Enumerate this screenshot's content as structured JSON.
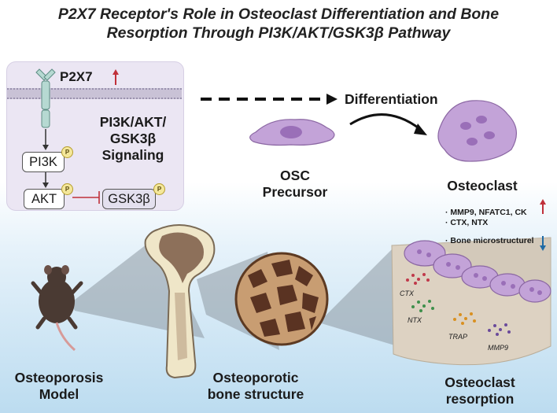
{
  "title": {
    "line1": "P2X7 Receptor's Role in Osteoclast Differentiation and Bone",
    "line2": "Resorption Through PI3K/AKT/GSK3β Pathway"
  },
  "signaling": {
    "receptor": "P2X7",
    "pi3k": "PI3K",
    "akt": "AKT",
    "gsk3b": "GSK3β",
    "phospho": "P",
    "pathway_line1": "PI3K/AKT/",
    "pathway_line2": "GSK3β",
    "pathway_line3": "Signaling"
  },
  "differentiation": "Differentiation",
  "precursor": {
    "line1": "OSC",
    "line2": "Precursor"
  },
  "osteoclast": {
    "label": "Osteoclast",
    "markers1": "· MMP9, NFATC1, CK",
    "markers2": "· CTX, NTX",
    "bone_micro": "· Bone  microstructurel"
  },
  "resorption_markers": {
    "ctx": "CTX",
    "ntx": "NTX",
    "trap": "TRAP",
    "mmp9": "MMP9"
  },
  "bottom": {
    "model_line1": "Osteoporosis",
    "model_line2": "Model",
    "structure_line1": "Osteoporotic",
    "structure_line2": "bone structure",
    "resorption_line1": "Osteoclast",
    "resorption_line2": "resorption"
  },
  "colors": {
    "up_arrow": "#c0303a",
    "down_arrow": "#1f6aa5",
    "osteoclast": "#c3a3d8",
    "bone": "#d9c9b6"
  }
}
